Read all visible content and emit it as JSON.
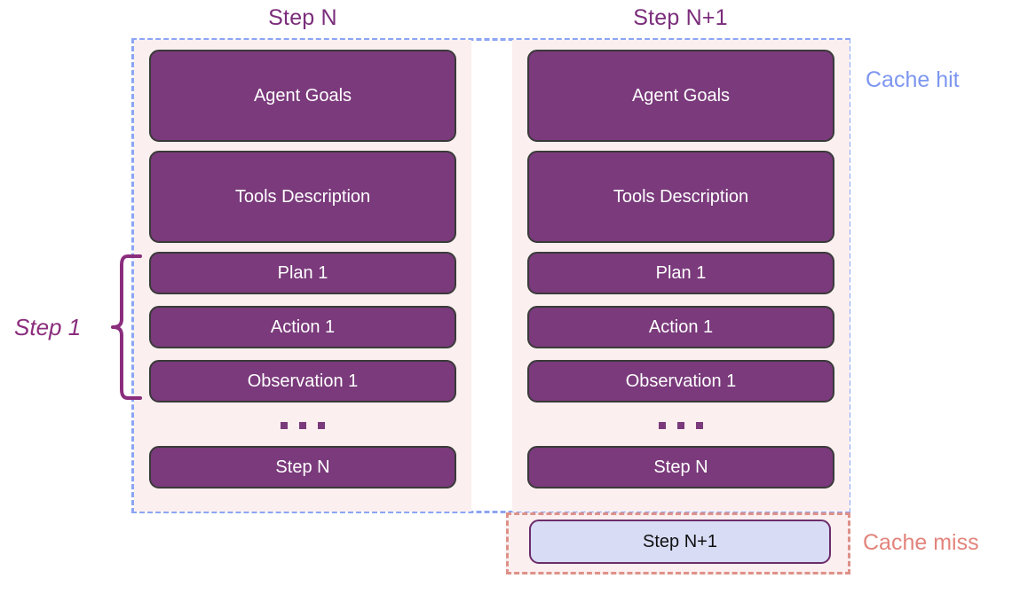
{
  "columns": [
    {
      "title": "Step N",
      "blocks": [
        {
          "label": "Agent Goals",
          "size": "tall"
        },
        {
          "label": "Tools Description",
          "size": "tall"
        },
        {
          "label": "Plan 1",
          "size": "short"
        },
        {
          "label": "Action 1",
          "size": "short"
        },
        {
          "label": "Observation 1",
          "size": "short"
        },
        {
          "label": "Step N",
          "size": "short"
        }
      ],
      "ellipsis": "..."
    },
    {
      "title": "Step N+1",
      "blocks": [
        {
          "label": "Agent Goals",
          "size": "tall"
        },
        {
          "label": "Tools Description",
          "size": "tall"
        },
        {
          "label": "Plan 1",
          "size": "short"
        },
        {
          "label": "Action 1",
          "size": "short"
        },
        {
          "label": "Observation 1",
          "size": "short"
        },
        {
          "label": "Step N",
          "size": "short"
        }
      ],
      "ellipsis": "..."
    }
  ],
  "annotations": {
    "step1_brace_label": "Step 1",
    "cache_hit_label": "Cache hit",
    "cache_miss_label": "Cache miss",
    "cache_miss_block_label": "Step N+1"
  },
  "colors": {
    "block_fill": "#7A3A7B",
    "block_border": "#3A3A3A",
    "block_text": "#FFFFFF",
    "column_bg": "#FBEFEF",
    "title_text": "#7B2D7B",
    "cache_hit_border": "#8CA5F4",
    "cache_hit_text": "#7D96F0",
    "cache_miss_border": "#DE9189",
    "cache_miss_text": "#E2847C",
    "cache_miss_block_fill": "#D8DCF5",
    "cache_miss_block_border": "#6B2D6B",
    "brace_color": "#8B2D7D"
  }
}
